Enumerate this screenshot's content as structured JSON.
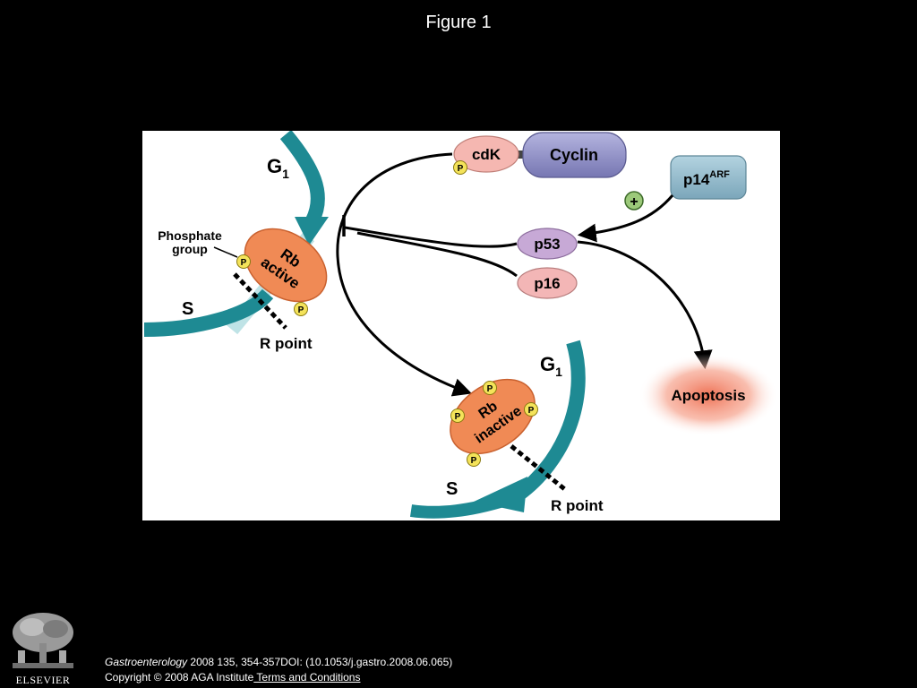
{
  "slide": {
    "title": "Figure 1"
  },
  "diagram": {
    "labels": {
      "g1_top": "G",
      "g1_top_sub": "1",
      "s_top": "S",
      "r_point_top": "R point",
      "phosphate_group": "Phosphate",
      "phosphate_group_2": "group",
      "rb_active_1": "Rb",
      "rb_active_2": "active",
      "p": "P",
      "cdk": "cdK",
      "cyclin": "Cyclin",
      "p14": "p14",
      "p14_sup": "ARF",
      "plus": "+",
      "p53": "p53",
      "p16": "p16",
      "apoptosis": "Apoptosis",
      "g1_bottom": "G",
      "g1_bottom_sub": "1",
      "rb_inactive_1": "Rb",
      "rb_inactive_2": "inactive",
      "s_bottom": "S",
      "r_point_bottom": "R point"
    },
    "colors": {
      "teal_arrow": "#1e8a93",
      "rb_orange": "#f08a55",
      "cdk_pink": "#f5b7b1",
      "cyclin_purple": "#8f8fc4",
      "p14_blue": "#8fb9cc",
      "p53_lavender": "#c7a9d6",
      "p16_pink": "#f3b6b6",
      "phosphate_yellow": "#f4e35a",
      "plus_green": "#9cc97a",
      "apoptosis_red": "#f08a70"
    }
  },
  "footer": {
    "journal": "Gastroenterology",
    "citation_rest": " 2008 135, 354-357DOI: (10.1053/j.gastro.2008.06.065)",
    "copyright": "Copyright © 2008 AGA Institute",
    "terms_link": " Terms and Conditions",
    "logo_text": "ELSEVIER"
  }
}
